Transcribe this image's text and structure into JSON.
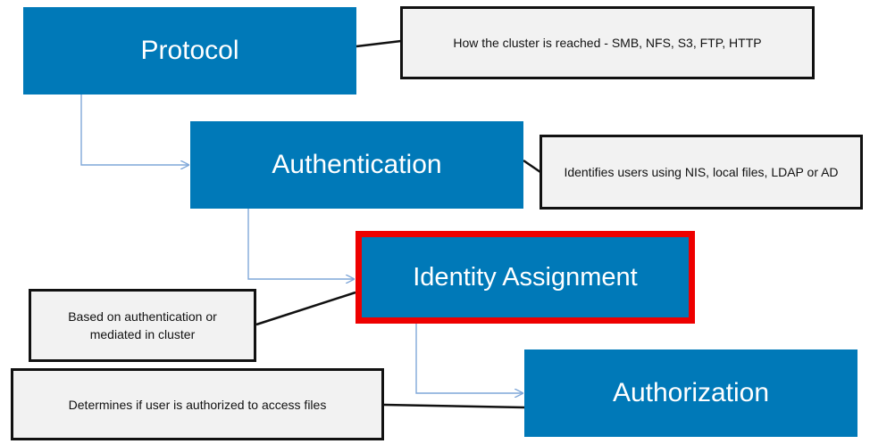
{
  "steps": {
    "protocol": "Protocol",
    "authentication": "Authentication",
    "identity_assignment": "Identity Assignment",
    "authorization": "Authorization"
  },
  "notes": {
    "protocol": "How the cluster is reached - SMB, NFS, S3, FTP, HTTP",
    "authentication": "Identifies users using NIS, local files, LDAP or AD",
    "identity_assignment": "Based on authentication or mediated in cluster",
    "authorization": "Determines if user is authorized to access files"
  },
  "colors": {
    "step_fill": "#0079b8",
    "step_text": "#ffffff",
    "highlight_border": "#ee0000",
    "note_fill": "#f2f2f2",
    "note_border": "#111111",
    "flow_arrow": "#7fa7d9"
  }
}
